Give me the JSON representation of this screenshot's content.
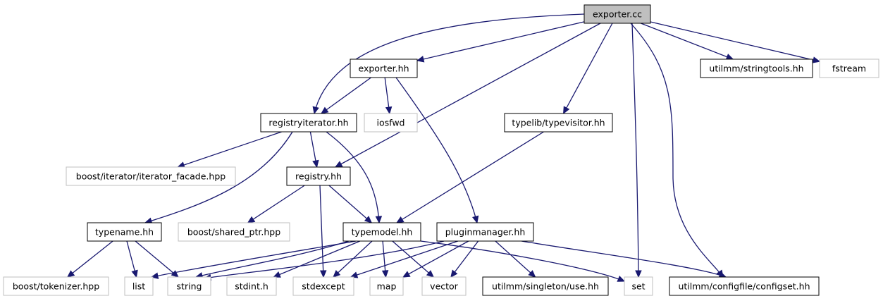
{
  "graph": {
    "nodes": [
      {
        "id": "exporter_cc",
        "label": "exporter.cc",
        "style": "root"
      },
      {
        "id": "exporter_hh",
        "label": "exporter.hh",
        "style": "local"
      },
      {
        "id": "utilmm_stringtools",
        "label": "utilmm/stringtools.hh",
        "style": "local"
      },
      {
        "id": "fstream",
        "label": "fstream",
        "style": "system"
      },
      {
        "id": "registryiterator",
        "label": "registryiterator.hh",
        "style": "local"
      },
      {
        "id": "iosfwd",
        "label": "iosfwd",
        "style": "system"
      },
      {
        "id": "typevisitor",
        "label": "typelib/typevisitor.hh",
        "style": "local"
      },
      {
        "id": "iterator_facade",
        "label": "boost/iterator/iterator_facade.hpp",
        "style": "system"
      },
      {
        "id": "registry",
        "label": "registry.hh",
        "style": "local"
      },
      {
        "id": "typename",
        "label": "typename.hh",
        "style": "local"
      },
      {
        "id": "shared_ptr",
        "label": "boost/shared_ptr.hpp",
        "style": "system"
      },
      {
        "id": "typemodel",
        "label": "typemodel.hh",
        "style": "local"
      },
      {
        "id": "pluginmanager",
        "label": "pluginmanager.hh",
        "style": "local"
      },
      {
        "id": "tokenizer",
        "label": "boost/tokenizer.hpp",
        "style": "system"
      },
      {
        "id": "list",
        "label": "list",
        "style": "system"
      },
      {
        "id": "string",
        "label": "string",
        "style": "system"
      },
      {
        "id": "stdint",
        "label": "stdint.h",
        "style": "system"
      },
      {
        "id": "stdexcept",
        "label": "stdexcept",
        "style": "system"
      },
      {
        "id": "map",
        "label": "map",
        "style": "system"
      },
      {
        "id": "vector",
        "label": "vector",
        "style": "system"
      },
      {
        "id": "singleton_use",
        "label": "utilmm/singleton/use.hh",
        "style": "local"
      },
      {
        "id": "set",
        "label": "set",
        "style": "system"
      },
      {
        "id": "configset",
        "label": "utilmm/configfile/configset.hh",
        "style": "local"
      }
    ],
    "edges": [
      [
        "exporter_cc",
        "exporter_hh"
      ],
      [
        "exporter_cc",
        "registryiterator"
      ],
      [
        "exporter_cc",
        "registry"
      ],
      [
        "exporter_cc",
        "typevisitor"
      ],
      [
        "exporter_cc",
        "set"
      ],
      [
        "exporter_cc",
        "configset"
      ],
      [
        "exporter_cc",
        "utilmm_stringtools"
      ],
      [
        "exporter_cc",
        "fstream"
      ],
      [
        "exporter_hh",
        "registryiterator"
      ],
      [
        "exporter_hh",
        "iosfwd"
      ],
      [
        "exporter_hh",
        "pluginmanager"
      ],
      [
        "registryiterator",
        "iterator_facade"
      ],
      [
        "registryiterator",
        "registry"
      ],
      [
        "registryiterator",
        "typemodel"
      ],
      [
        "registryiterator",
        "typename"
      ],
      [
        "typevisitor",
        "typemodel"
      ],
      [
        "registry",
        "shared_ptr"
      ],
      [
        "registry",
        "typemodel"
      ],
      [
        "registry",
        "stdexcept"
      ],
      [
        "typename",
        "tokenizer"
      ],
      [
        "typename",
        "list"
      ],
      [
        "typename",
        "string"
      ],
      [
        "typemodel",
        "list"
      ],
      [
        "typemodel",
        "string"
      ],
      [
        "typemodel",
        "stdint"
      ],
      [
        "typemodel",
        "stdexcept"
      ],
      [
        "typemodel",
        "map"
      ],
      [
        "typemodel",
        "vector"
      ],
      [
        "typemodel",
        "set"
      ],
      [
        "pluginmanager",
        "string"
      ],
      [
        "pluginmanager",
        "stdexcept"
      ],
      [
        "pluginmanager",
        "map"
      ],
      [
        "pluginmanager",
        "vector"
      ],
      [
        "pluginmanager",
        "singleton_use"
      ],
      [
        "pluginmanager",
        "configset"
      ]
    ]
  },
  "colors": {
    "edge": "#191970",
    "root_fill": "#bfbfbf",
    "local_border": "#000000",
    "system_border": "#bfbfbf",
    "system_text": "#000000"
  }
}
